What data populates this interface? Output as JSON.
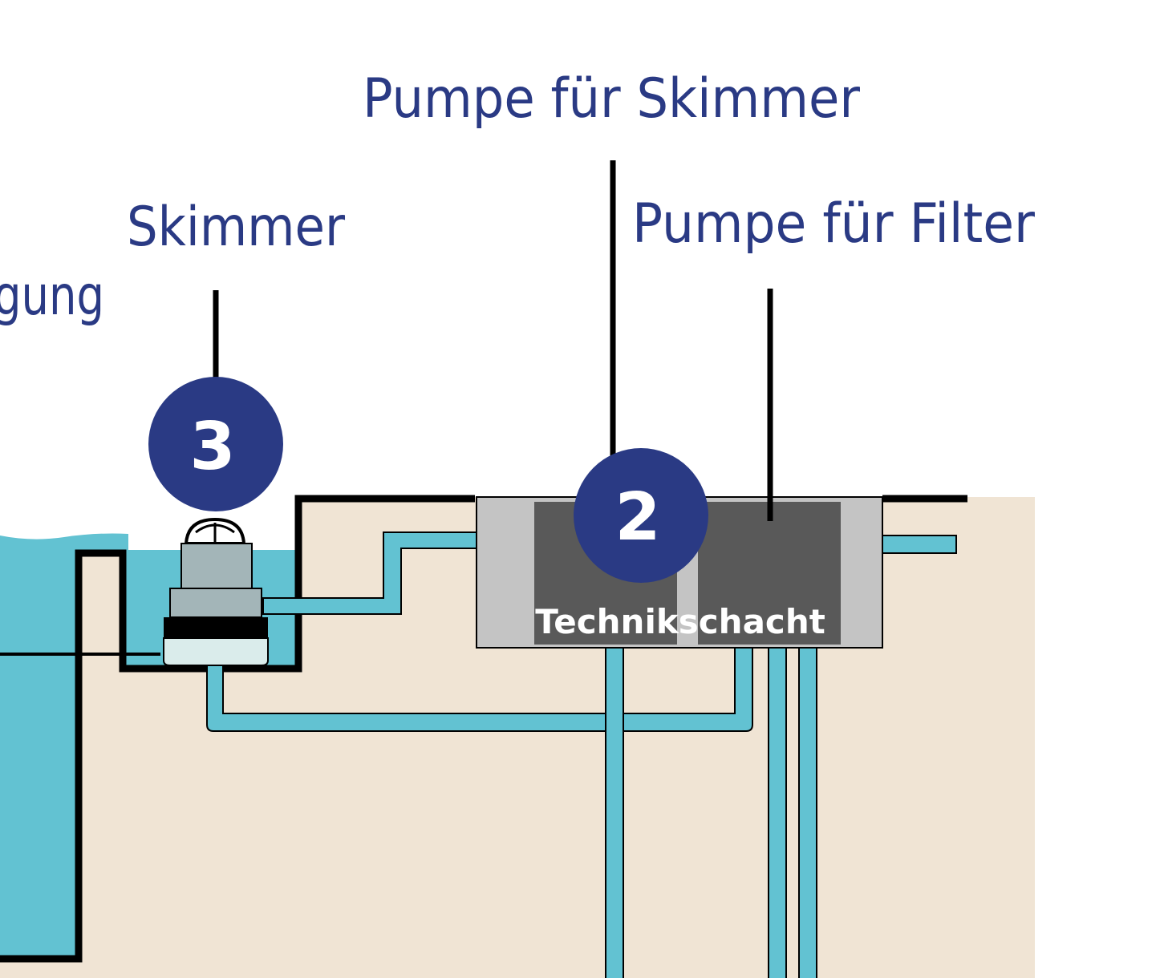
{
  "labels": {
    "pump_skimmer": "Pumpe für Skimmer",
    "pump_filter": "Pumpe für Filter",
    "skimmer": "Skimmer",
    "partial_left": "gung",
    "shaft": "Technikschacht"
  },
  "badges": {
    "skimmer": "3",
    "pumps": "2"
  },
  "colors": {
    "ground": "#f0e4d4",
    "water": "#62c2d2",
    "pipe": "#62c2d2",
    "outline": "#000000",
    "shaft_frame": "#c4c4c4",
    "shaft_inner": "#595959",
    "badge": "#2a3a84",
    "label_text": "#2a3a84",
    "skimmer_body": "#a3b5b8"
  }
}
